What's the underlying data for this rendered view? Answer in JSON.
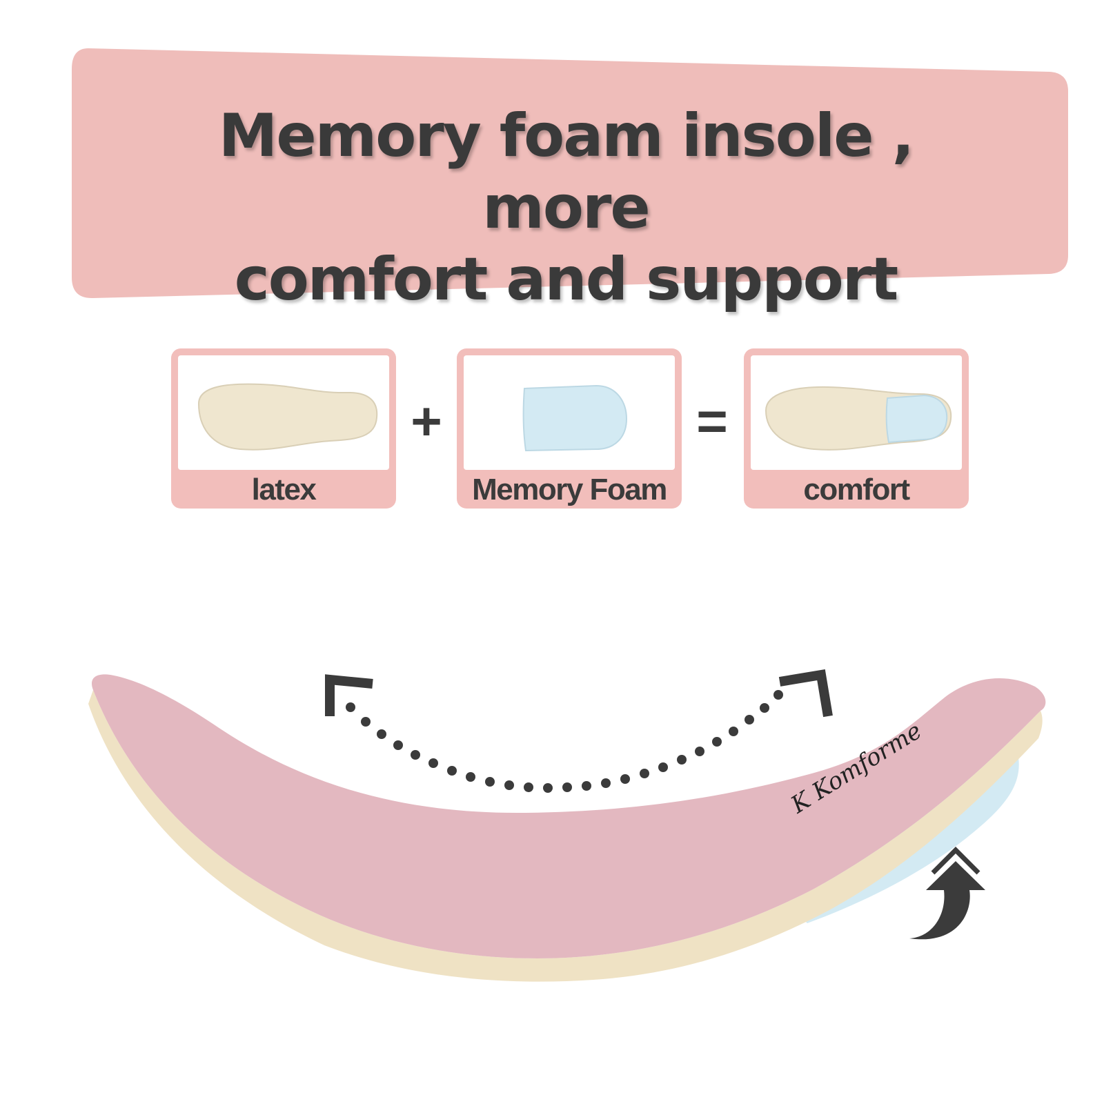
{
  "headline": {
    "line1": "Memory foam insole , more",
    "line2": "comfort and support"
  },
  "equation": {
    "items": [
      {
        "label": "latex",
        "icon": "latex-insole-icon"
      },
      {
        "label": "Memory Foam",
        "icon": "memory-foam-pad-icon"
      },
      {
        "label": "comfort",
        "icon": "combined-insole-icon"
      }
    ],
    "plus": "+",
    "equals": "="
  },
  "colors": {
    "banner": "#efbdba",
    "card": "#f2bebb",
    "insole_top": "#e3b8c0",
    "latex": "#efe6cf",
    "foam": "#d3eaf3",
    "text": "#3b3b3b"
  }
}
